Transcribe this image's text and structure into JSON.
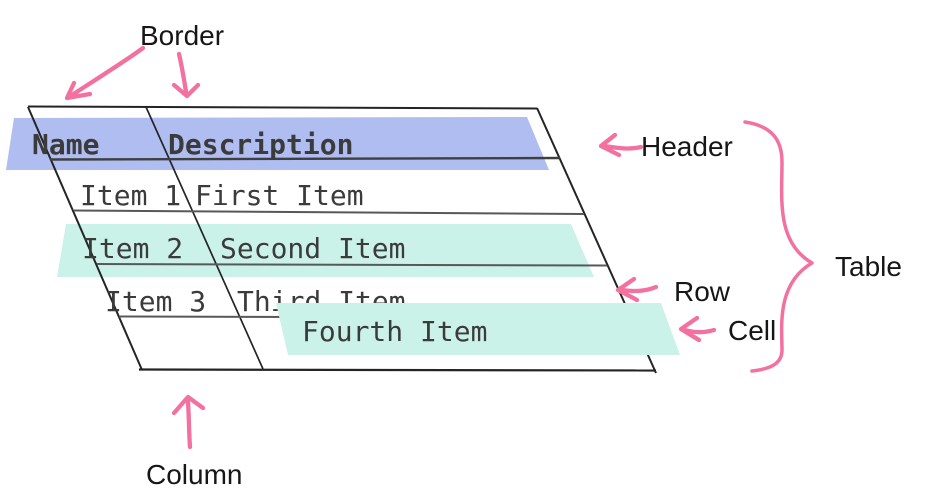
{
  "diagram": {
    "annotations": {
      "border": "Border",
      "header": "Header",
      "table": "Table",
      "row": "Row",
      "cell": "Cell",
      "column": "Column"
    },
    "table": {
      "header": {
        "name": "Name",
        "description": "Description"
      },
      "rows": [
        {
          "name": "Item 1",
          "description": "First Item"
        },
        {
          "name": "Item 2",
          "description": "Second Item"
        },
        {
          "name": "Item 3",
          "description": "Third Item"
        },
        {
          "name": "",
          "description": "Fourth Item"
        }
      ]
    },
    "colors": {
      "annotation_pink": "#f2719f",
      "header_highlight": "#afbdf1",
      "row_highlight": "#cbf2e9",
      "cell_highlight": "#cbf2e9",
      "table_border": "#242424",
      "header_underline": "#3f3f3f",
      "row_separator": "#585858",
      "table_text": "#3b3b3b",
      "label_text": "#161616",
      "background": "#ffffff"
    }
  }
}
